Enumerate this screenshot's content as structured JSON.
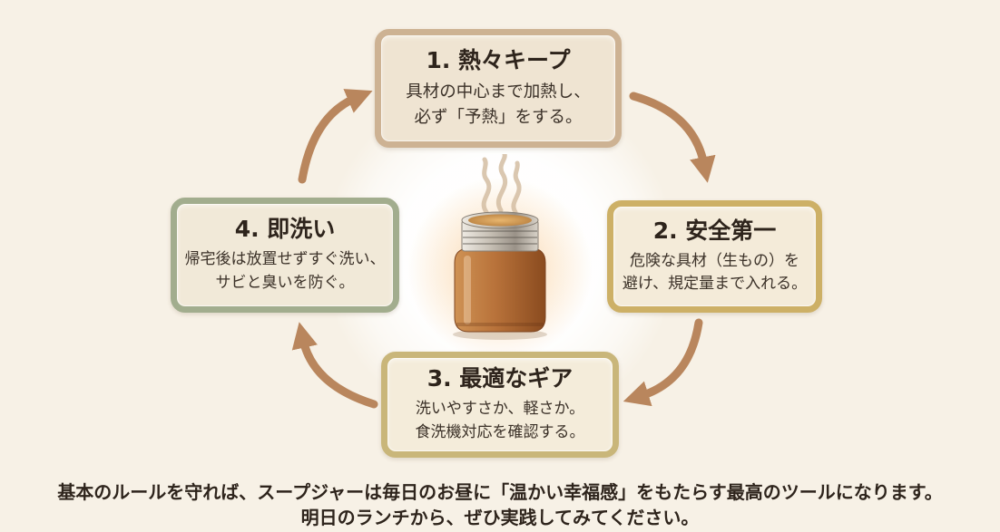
{
  "steps": [
    {
      "title": "1. 熱々キープ",
      "lines": [
        "具材の中心まで加熱し、",
        "必ず「予熱」をする。"
      ]
    },
    {
      "title": "2. 安全第一",
      "lines": [
        "危険な具材（生もの）を",
        "避け、規定量まで入れる。"
      ]
    },
    {
      "title": "3. 最適なギア",
      "lines": [
        "洗いやすさか、軽さか。",
        "食洗機対応を確認する。"
      ]
    },
    {
      "title": "4. 即洗い",
      "lines": [
        "帰宅後は放置せずすぐ洗い、",
        "サビと臭いを防ぐ。"
      ]
    }
  ],
  "summary": {
    "line1": "基本のルールを守れば、スープジャーは毎日のお昼に「温かい幸福感」をもたらす最高のツールになります。",
    "line2": "明日のランチから、ぜひ実践してみてください。"
  },
  "icons": {
    "center": "soup-jar-icon",
    "steam": "steam-icon",
    "connector": "curved-arrow-icon"
  },
  "colors": {
    "background": "#f7f1e6",
    "arrow": "#b9865d",
    "text_dark": "#2e241c",
    "text_body": "#3b3128",
    "step1_border": "#cdb293",
    "step1_fill": "#efe4d2",
    "step2_border": "#cdb066",
    "step2_fill": "#f4ebd9",
    "step3_border": "#c9b67a",
    "step3_fill": "#f4ecda",
    "step4_border": "#a2ad8e",
    "step4_fill": "#f1e9d8",
    "jar_copper": "#b8723a",
    "jar_lid": "#c9c2b7"
  }
}
